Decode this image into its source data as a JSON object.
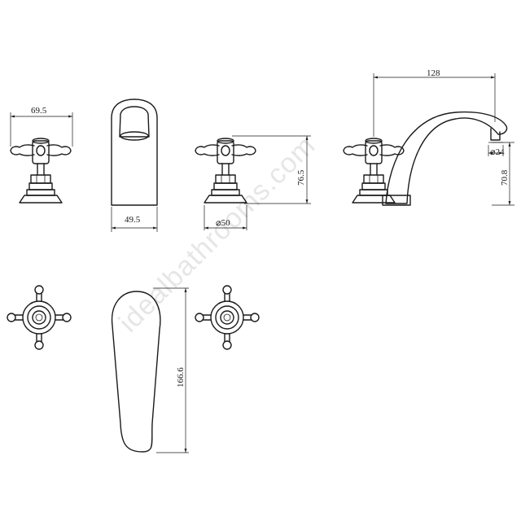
{
  "watermark": "idealbathrooms.com",
  "dimensions": {
    "handle_width": "69.5",
    "spout_base_width": "49.5",
    "valve_height": "76.5",
    "valve_base_diameter": "⌀50",
    "spout_reach": "128",
    "outlet_diameter": "⌀24",
    "spout_height": "70.8",
    "spout_length": "166.6"
  },
  "colors": {
    "line": "#1a1a1a",
    "watermark": "#e6e6e6",
    "background": "#ffffff"
  }
}
